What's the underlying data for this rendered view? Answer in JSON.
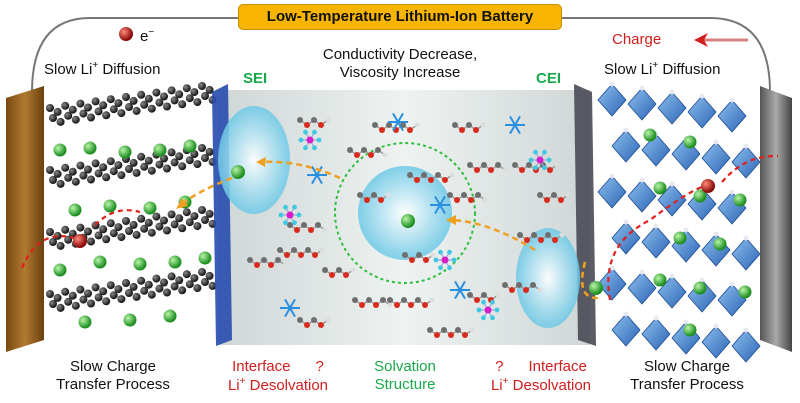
{
  "title": "Low-Temperature Lithium-Ion Battery",
  "electron_label": "e",
  "electron_sup": "−",
  "charge_label": "Charge",
  "left_top": {
    "pre": "Slow Li",
    "sup": "+",
    "post": " Diffusion"
  },
  "right_top": {
    "pre": "Slow Li",
    "sup": "+",
    "post": " Diffusion"
  },
  "center_top": {
    "line1": "Conductivity Decrease,",
    "line2": "Viscosity Increase"
  },
  "sei_label": "SEI",
  "cei_label": "CEI",
  "bottom_left": {
    "line1": "Slow Charge",
    "line2": "Transfer Process"
  },
  "bottom_right": {
    "line1": "Slow Charge",
    "line2": "Transfer Process"
  },
  "interface_left": {
    "line1": "Interface",
    "q": "?",
    "line2_pre": "Li",
    "line2_sup": "+",
    "line2_post": " Desolvation"
  },
  "interface_right": {
    "line1": "Interface",
    "q": "?",
    "line2_pre": "Li",
    "line2_sup": "+",
    "line2_post": " Desolvation"
  },
  "solvation": {
    "line1": "Solvation",
    "line2": "Structure"
  },
  "colors": {
    "banner": "#f7b500",
    "red_text": "#d0201e",
    "green_text": "#19a84a",
    "li_ion": "#3fbf3a",
    "electron": "#c4161c"
  }
}
